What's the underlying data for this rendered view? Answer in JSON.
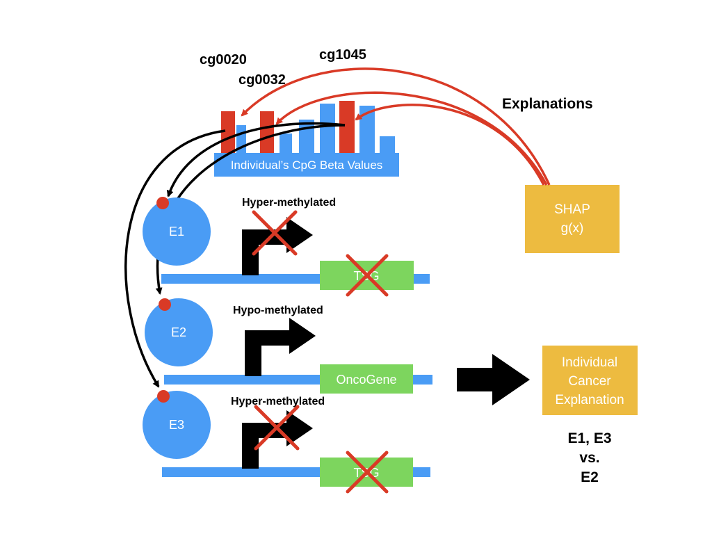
{
  "cpg_labels": {
    "first": "cg0020",
    "second": "cg0032",
    "third": "cg1045"
  },
  "explanations_label": "Explanations",
  "beta_bar_label": "Individual’s CpG Beta Values",
  "shap": {
    "line1": "SHAP",
    "line2": "g(x)"
  },
  "enhancers": {
    "e1": "E1",
    "e2": "E2",
    "e3": "E3"
  },
  "methylation": {
    "e1": "Hyper-methylated",
    "e2": "Hypo-methylated",
    "e3": "Hyper-methylated"
  },
  "genes": {
    "tsg1": "TSG",
    "oncogene": "OncoGene",
    "tsg2": "TSG"
  },
  "individual_explanation": {
    "line1": "Individual",
    "line2": "Cancer",
    "line3": "Explanation"
  },
  "comparison": {
    "line1": "E1, E3",
    "line2": "vs.",
    "line3": "E2"
  },
  "colors": {
    "blue": "#4A9CF5",
    "red": "#D93A26",
    "green": "#7DD55E",
    "gold": "#EDBB40",
    "black": "#000000"
  },
  "icons": {
    "promoter": "bent-arrow-icon",
    "blocked": "red-x-icon",
    "flow": "big-arrow-icon"
  }
}
